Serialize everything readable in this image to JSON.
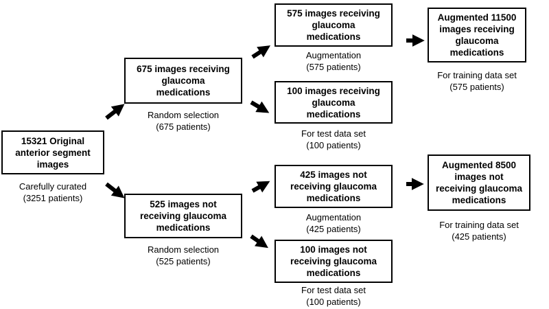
{
  "nodes": {
    "original": {
      "label": "15321 Original\nanterior segment\nimages",
      "caption": "Carefully curated\n(3251 patients)"
    },
    "receiving": {
      "label": "675 images receiving\nglaucoma\nmedications",
      "caption": "Random selection\n(675 patients)"
    },
    "not_receiving": {
      "label": "525 images not\nreceiving glaucoma\nmedications",
      "caption": "Random selection\n(525 patients)"
    },
    "receiving_aug_src": {
      "label": "575 images receiving\nglaucoma\nmedications",
      "caption": "Augmentation\n(575 patients)"
    },
    "receiving_test": {
      "label": "100 images receiving\nglaucoma\nmedications",
      "caption": "For test data set\n(100 patients)"
    },
    "not_receiving_aug_src": {
      "label": "425 images not\nreceiving glaucoma\nmedications",
      "caption": "Augmentation\n(425 patients)"
    },
    "not_receiving_test": {
      "label": "100 images not\nreceiving glaucoma\nmedications",
      "caption": "For test data set\n(100 patients)"
    },
    "receiving_augmented": {
      "label": "Augmented 11500\nimages receiving\nglaucoma\nmedications",
      "caption": "For training data set\n(575 patients)"
    },
    "not_receiving_augmented": {
      "label": "Augmented 8500\nimages not\nreceiving glaucoma\nmedications",
      "caption": "For training data set\n(425 patients)"
    }
  }
}
